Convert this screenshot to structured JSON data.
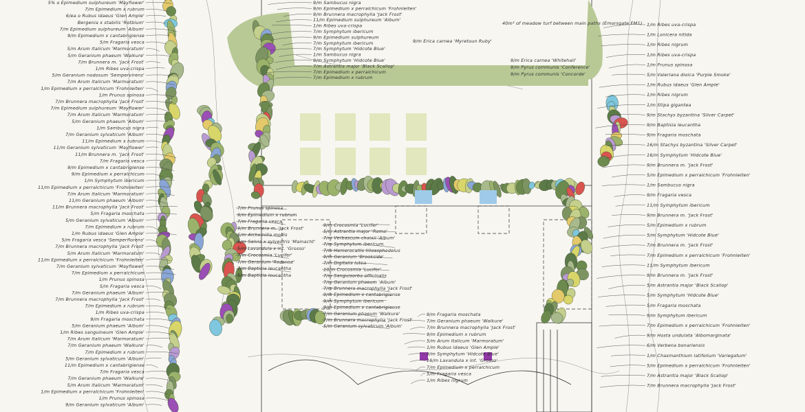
{
  "colors": {
    "paper": "#f7f6f1",
    "lawn": "#b9c996",
    "bed_light": "#e2e7bd",
    "plant_greens": [
      "#6c8a4e",
      "#9bb26a",
      "#c4d08b",
      "#5b7a48",
      "#a8b98c",
      "#7d9462"
    ],
    "plant_accents": [
      "#d8d66a",
      "#b99ad1",
      "#8aa6d6",
      "#7ec7de",
      "#d9544f",
      "#9a4fb4",
      "#e3c96a"
    ],
    "water_blue": "#9fcbe8",
    "planter_purple": "#9138a8"
  },
  "left_labels": [
    "5% o Epimedium sulphureum 'Mayflower'",
    "7/m Epimedium x rubrum",
    "6/ea o Rubus idaeus 'Glen Ample'",
    "Bergenia x stabilis 'Rotblum'",
    "7/m Epimedium sulphureum 'Album'",
    "9/m Epimedium x cantabrigiense",
    "5/m Fragaria vesca",
    "5/m Arum italicum 'Marmoratum'",
    "5/m Geranium phaeum 'Walkure'",
    "7/m Brunnera m. 'Jack Frost'",
    "1/m Ribes uva-crispa",
    "5/m Geranium nodosum 'Sempervirens'",
    "7/m Arum italicum 'Marmoratum'",
    "1/m Epimedium x perralchicum 'Frohnleiten'",
    "1/m Prunus spinosa",
    "7/m Brunnera macrophylla 'Jack Frost'",
    "7/m Epimedium sulphureum 'Mayflower'",
    "7/m Arum italicum 'Marmoratum'",
    "5/m Geranium phaeum 'Album'",
    "1/m Sambucus nigra",
    "7/m Geranium sylvaticum 'Album'",
    "11/m Epimedium x rubrum",
    "11/m Geranium sylvaticum 'Mayflower'",
    "11/m Brunnera m. 'Jack Frost'",
    "7/m Fragaria vesca",
    "9/m Epimedium x cantabrigiense",
    "9/m Epimedium x perralchicum",
    "1/m Symphytum ibericum",
    "11/m Epimedium x perralchicum 'Frohnleiten'",
    "7/m Arum italicum 'Marmoratum'",
    "11/m Geranium phaeum 'Album'",
    "11/m Brunnera macrophylla 'Jack Frost'",
    "5/m Fragaria moschata",
    "5/m Geranium sylvaticum 'Album'",
    "7/m Epimedium x rubrum",
    "1/m Rubus idaeus 'Glen Ample'",
    "5/m Fragaria vesca 'Semperflorens'",
    "7/m Brunnera macrophylla 'Jack Frost'",
    "5/m Arum italicum 'Marmoratum'",
    "11/m Epimedium x perralchicum 'Frohnleiten'",
    "7/m Geranium sylvaticum 'Mayflower'",
    "7/m Epimedium x perralchicum",
    "1/m Prunus spinosa",
    "5/m Fragaria vesca",
    "7/m Geranium phaeum 'Album'",
    "7/m Brunnera macrophylla 'Jack Frost'",
    "7/m Epimedium x rubrum",
    "1/m Ribes uva-crispa",
    "9/m Fragaria moschata",
    "5/m Geranium phaeum 'Album'",
    "1/m Ribes sanguineum 'Glen Ample'",
    "7/m Arum italicum 'Marmoratum'",
    "7/m Geranium phaeum 'Walkure'",
    "7/m Epimedium x rubrum",
    "5/m Geranium sylvaticum 'Album'",
    "11/m Epimedium x cantabrigiense",
    "7/m Fragaria vesca",
    "7/m Geranium phaeum 'Walkure'",
    "5/m Arum italicum 'Marmoratum'",
    "1/m Epimedium x perralchicum 'Frohnleiten'",
    "1/m Prunus spinosa",
    "9/m Geranium sylvaticum 'Album'"
  ],
  "right_labels": [
    "1/m Ribes uva-crispa",
    "1/m Lonicera nitida",
    "1/m Ribes nigrum",
    "1/m Ribes uva-crispa",
    "1/m Prunus spinosa",
    "5/m Valeriana dioica 'Purple Smoke'",
    "1/m Rubus idaeus 'Glen Ample'",
    "1/m Ribes nigrum",
    "1/m Stipa gigantea",
    "9/m Stachys byzantina 'Silver Carpet'",
    "9/m Baptisia leucantha",
    "9/m Fragaria moschata",
    "16/m Stachys byzantina 'Silver Carpet'",
    "16/m Symphytum 'Hidcote Blue'",
    "9/m Brunnera m. 'Jack Frost'",
    "5/m Epimedium x perralchicum 'Frohnleiten'",
    "1/m Sambucus nigra",
    "9/m Fragaria vesca",
    "11/m Symphytum ibericum",
    "9/m Brunnera m. 'Jack Frost'",
    "5/m Epimedium x rubrum",
    "5/m Symphytum 'Hidcote Blue'",
    "7/m Brunnera m. 'Jack Frost'",
    "7/m Epimedium x perralchicum 'Frohnleiten'",
    "11/m Symphytum ibericum",
    "9/m Brunnera m. 'Jack Frost'",
    "5/m Astrantia major 'Black Scallop'",
    "5/m Symphytum 'Hidcote Blue'",
    "5/m Fragaria moschata",
    "9/m Symphytum ibericum",
    "7/m Epimedium x perralchicum 'Frohnleiten'",
    "9/m Hosta undulata 'Albomarginata'",
    "6/m Verbena bonariensis",
    "1/m Chasmanthium latifolium 'Variegatum'",
    "5/m Epimedium x perralchicum 'Frohnleiten'",
    "7/m Astrantia major 'Black Scallop'",
    "7/m Brunnera macrophylla 'Jack Frost'"
  ],
  "top_labels": [
    "9/m Sambucus nigra",
    "9/m Epimedium x perralchicum 'Frohnleiten'",
    "9/m Brunnera macrophylla 'Jack Frost'",
    "11/m Epimedium sulphureum 'Album'",
    "1/m Ribes uva-crispa",
    "7/m Symphytum ibericum",
    "9/m Epimedium sulphureum",
    "7/m Symphytum ibericum",
    "7/m Symphytum 'Hidcote Blue'",
    "1/m Sambucus nigra",
    "9/m Symphytum 'Hidcote Blue'",
    "7/m Astrantia major 'Black Scallop'",
    "7/m Epimedium x perralchicum",
    "7/m Epimedium x rubrum",
    "9/m Erica carnea 'Myretoun Ruby'",
    "40m² of meadow turf between main paths (Emorsgate EM1)",
    "9/m Erica carnea 'Whitehall'",
    "9/m Pyrus communis 'Conference'",
    "9/m Pyrus communis 'Concorde'"
  ],
  "center_labels": [
    "7/m Prunus spinosa",
    "9/m Epimedium x rubrum",
    "7/m Fragaria vesca",
    "9/m Brunnera m. 'Jack Frost'",
    "5/m Alchemilla mollis",
    "6/m Salvia x sylvestris 'Mainacht'",
    "5/m Lavandula x int. 'Grosso'",
    "7/m Crocosmia 'Lucifer'",
    "7/m Geranium 'Rozanne'",
    "7/m Baptisia leucantha",
    "5/m Baptisia leucantha",
    "9/m Crocosmia 'Lucifer'",
    "5/m Astrantia major 'Roma'",
    "7/m Verbascum chaixii 'Album'",
    "7/m Symphytum ibericum",
    "7/m Hemerocallis lilioasphodelus",
    "9/m Geranium 'Brookside'",
    "7/m Digitalis lutea",
    "10/m Crocosmia 'Lucifer'",
    "7/m Sanguisorba officinalis",
    "7/m Geranium phaeum 'Album'",
    "7/m Brunnera macrophylla 'Jack Frost'",
    "9/m Epimedium x cantabrigiense",
    "9/m Symphytum ibericum",
    "9/m Epimedium x cantabrigiense",
    "7/m Geranium phaeum 'Walkure'",
    "7/m Brunnera macrophylla 'Jack Frost'",
    "5/m Geranium sylvaticum 'Album'",
    "9/m Fragaria moschata",
    "7/m Geranium phaeum 'Walkure'",
    "7/m Brunnera macrophylla 'Jack Frost'",
    "9/m Epimedium x rubrum",
    "5/m Arum italicum 'Marmoratum'",
    "1/m Rubus idaeus 'Glen Ample'",
    "9/m Symphytum 'Hidcote Blue'",
    "16/m Lavandula x int. 'Grosso'",
    "7/m Epimedium x perralchicum",
    "5/m Fragaria vesca",
    "1/m Ribes nigrum"
  ]
}
